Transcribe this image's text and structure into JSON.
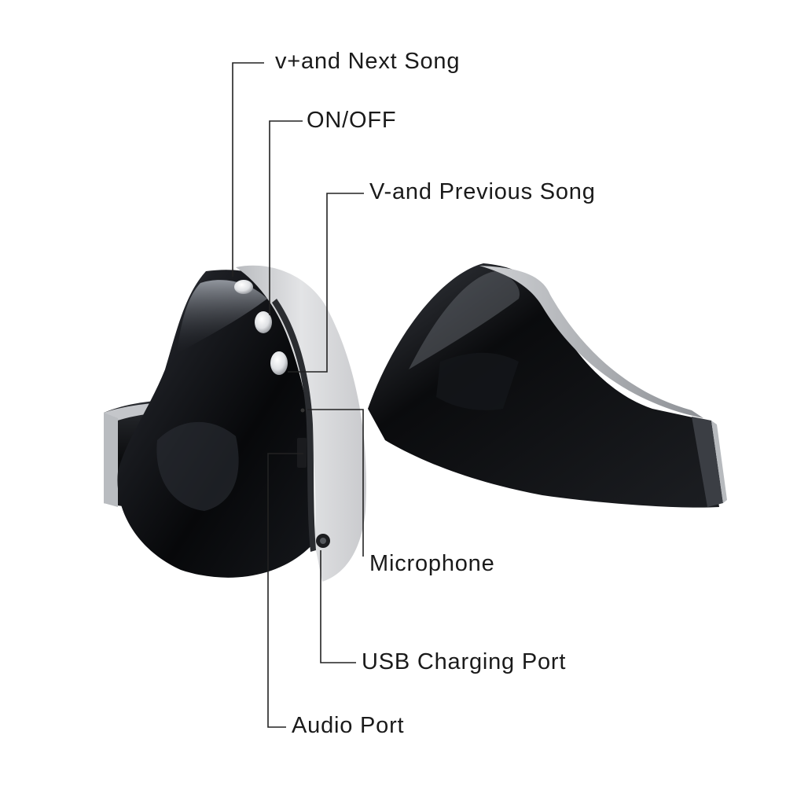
{
  "callouts": {
    "volume_up_next": "v+and Next Song",
    "power": "ON/OFF",
    "volume_down_previous": "V-and Previous Song",
    "microphone": "Microphone",
    "usb_charging": "USB Charging Port",
    "audio": "Audio Port"
  },
  "colors": {
    "background": "#ffffff",
    "speaker_body": "#0c0d10",
    "side_panel": "#d9dadc",
    "buttons": "#e8eaec",
    "leader_lines": "#222222",
    "label_text": "#1a1a1a"
  }
}
